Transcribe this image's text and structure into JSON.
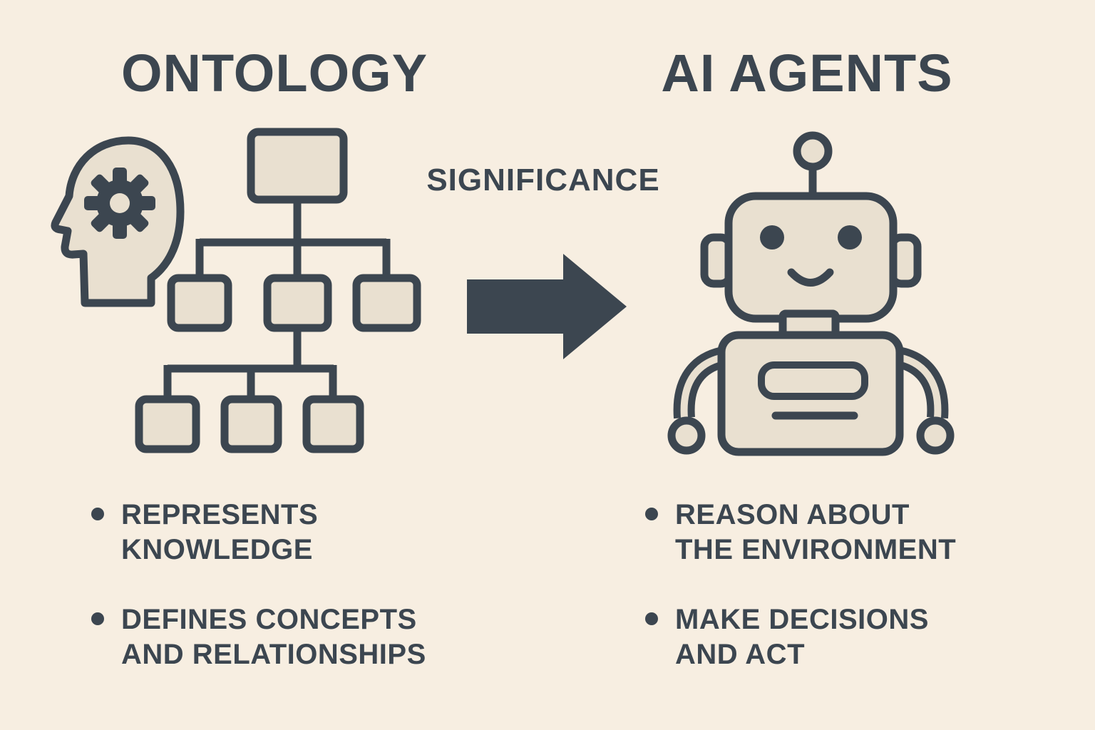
{
  "palette": {
    "background": "#f7eee1",
    "ink": "#3c4650",
    "fill": "#e9e0d0"
  },
  "left_section": {
    "title": "ONTOLOGY",
    "icons": [
      "head-with-gear-icon",
      "hierarchy-tree-icon"
    ],
    "bullets": [
      {
        "text": "REPRESENTS\nKNOWLEDGE"
      },
      {
        "text": "DEFINES CONCEPTS\nAND RELATIONSHIPS"
      }
    ]
  },
  "center_section": {
    "label": "SIGNIFICANCE",
    "icon": "arrow-right-icon"
  },
  "right_section": {
    "title": "AI AGENTS",
    "icon": "robot-icon",
    "bullets": [
      {
        "text": "REASON ABOUT\nTHE ENVIRONMENT"
      },
      {
        "text": "MAKE DECISIONS\nAND ACT"
      }
    ]
  }
}
